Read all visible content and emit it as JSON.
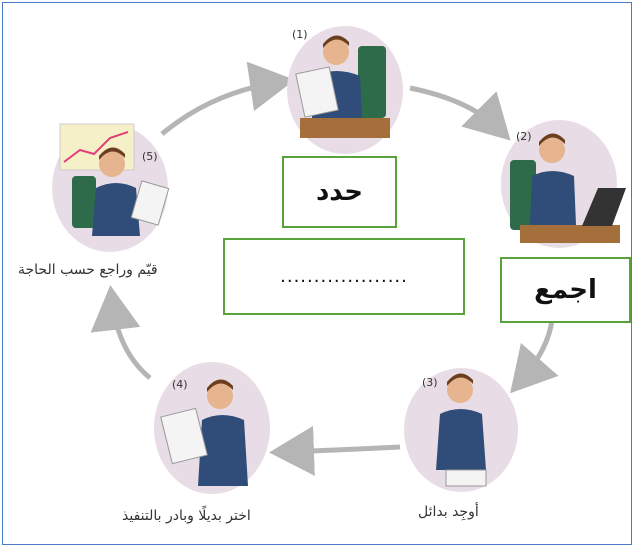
{
  "steps": [
    {
      "number": "(1)",
      "label": ""
    },
    {
      "number": "(2)",
      "label": ""
    },
    {
      "number": "(3)",
      "label": "أوجِد بدائل"
    },
    {
      "number": "(4)",
      "label": "اختر بديلًا وبادر بالتنفيذ"
    },
    {
      "number": "(5)",
      "label": "قيّم وراجع حسب الحاجة"
    }
  ],
  "boxes": {
    "define": "حدد",
    "collect": "اجمع",
    "blank": "..................."
  },
  "colors": {
    "frame": "#4a7bc4",
    "box_border": "#5aa33c",
    "circle_fill": "#e8dde6",
    "arrow": "#b5b5b5",
    "suit": "#2f4d78"
  },
  "icons": [
    "person-reading-icon",
    "person-laptop-icon",
    "person-thinking-icon",
    "person-checklist-icon",
    "person-chart-icon"
  ]
}
